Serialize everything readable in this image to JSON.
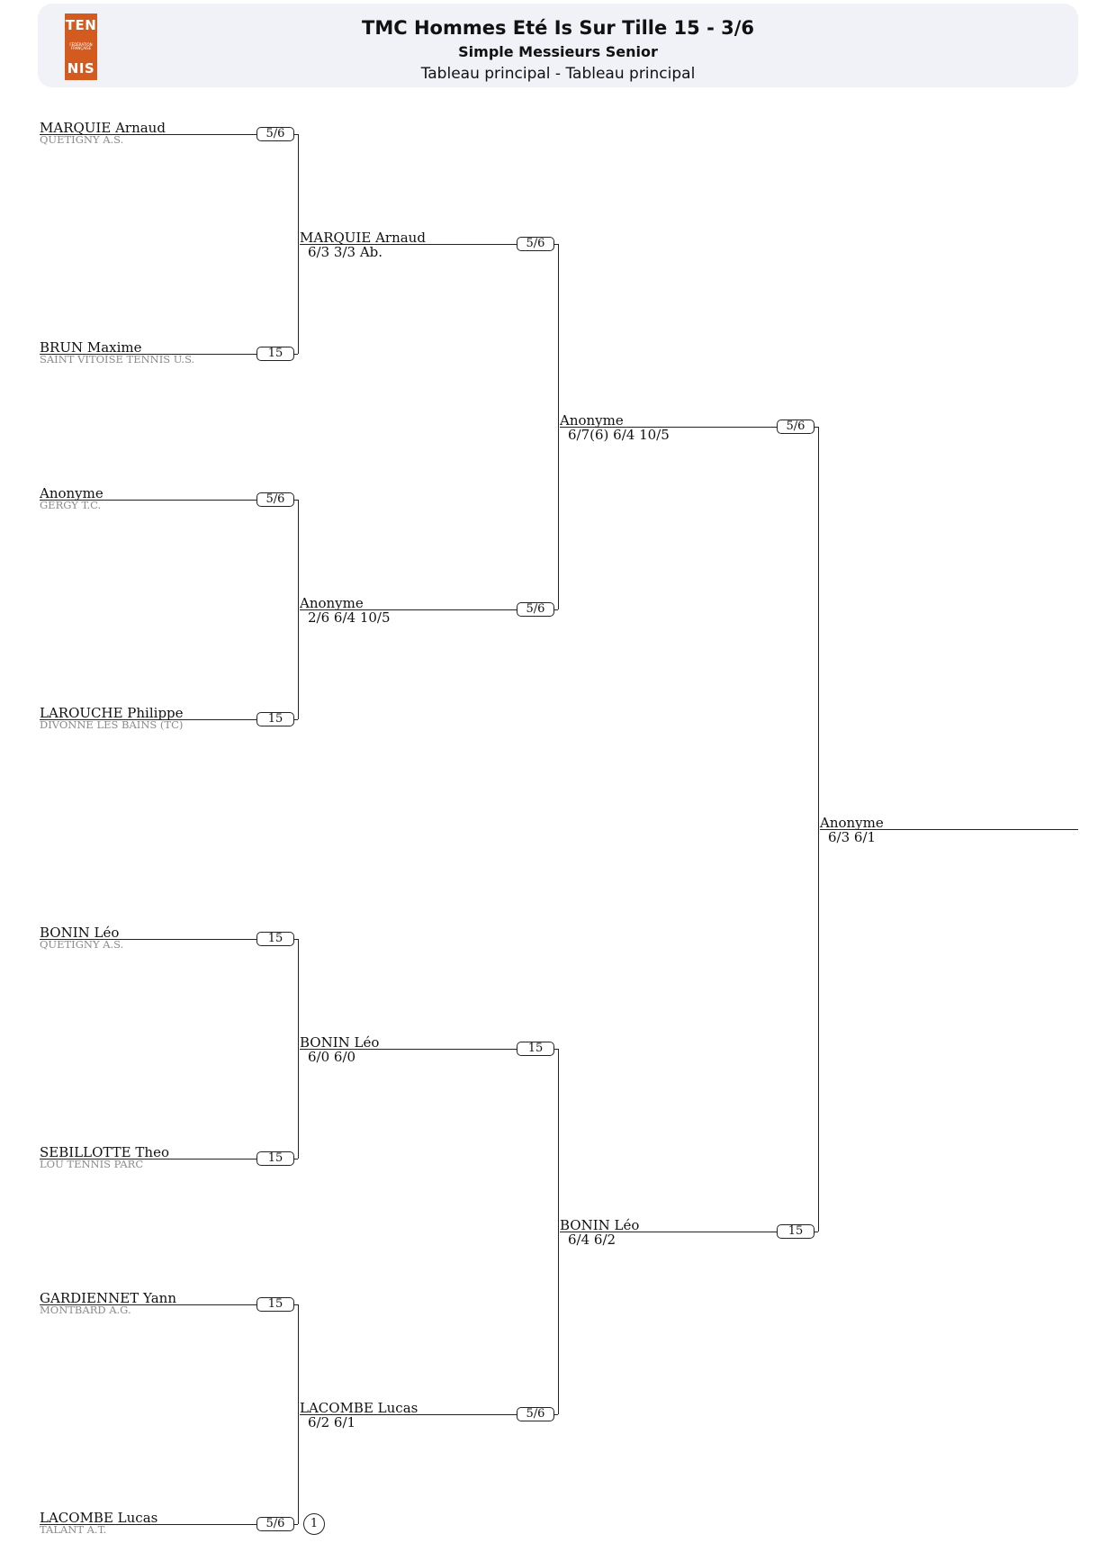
{
  "header": {
    "title": "TMC Hommes Eté Is Sur Tille 15 - 3/6",
    "subtitle": "Simple Messieurs Senior",
    "subtitle2": "Tableau principal - Tableau principal",
    "logo_top": "TEN",
    "logo_mid": "FÉDÉRATION FRANÇAISE",
    "logo_bottom": "NIS"
  },
  "round1": [
    {
      "name": "MARQUIE Arnaud",
      "club": "QUETIGNY A.S.",
      "rank": "5/6"
    },
    {
      "name": "BRUN Maxime",
      "club": "SAINT VITOISE TENNIS U.S.",
      "rank": "15"
    },
    {
      "name": "Anonyme",
      "club": "GERGY T.C.",
      "rank": "5/6"
    },
    {
      "name": "LAROUCHE Philippe",
      "club": "DIVONNE LES BAINS (TC)",
      "rank": "15"
    },
    {
      "name": "BONIN Léo",
      "club": "QUETIGNY A.S.",
      "rank": "15"
    },
    {
      "name": "SEBILLOTTE Theo",
      "club": "LOU TENNIS PARC",
      "rank": "15"
    },
    {
      "name": "GARDIENNET Yann",
      "club": "MONTBARD A.G.",
      "rank": "15"
    },
    {
      "name": "LACOMBE Lucas",
      "club": "TALANT A.T.",
      "rank": "5/6",
      "seed": "1"
    }
  ],
  "round2": [
    {
      "name": "MARQUIE Arnaud",
      "score": "6/3 3/3  Ab.",
      "rank": "5/6"
    },
    {
      "name": "Anonyme",
      "score": "2/6 6/4 10/5",
      "rank": "5/6"
    },
    {
      "name": "BONIN Léo",
      "score": "6/0 6/0",
      "rank": "15"
    },
    {
      "name": "LACOMBE Lucas",
      "score": "6/2 6/1",
      "rank": "5/6"
    }
  ],
  "round3": [
    {
      "name": "Anonyme",
      "score": "6/7(6) 6/4 10/5",
      "rank": "5/6"
    },
    {
      "name": "BONIN Léo",
      "score": "6/4 6/2",
      "rank": "15"
    }
  ],
  "final": {
    "name": "Anonyme",
    "score": "6/3 6/1"
  }
}
